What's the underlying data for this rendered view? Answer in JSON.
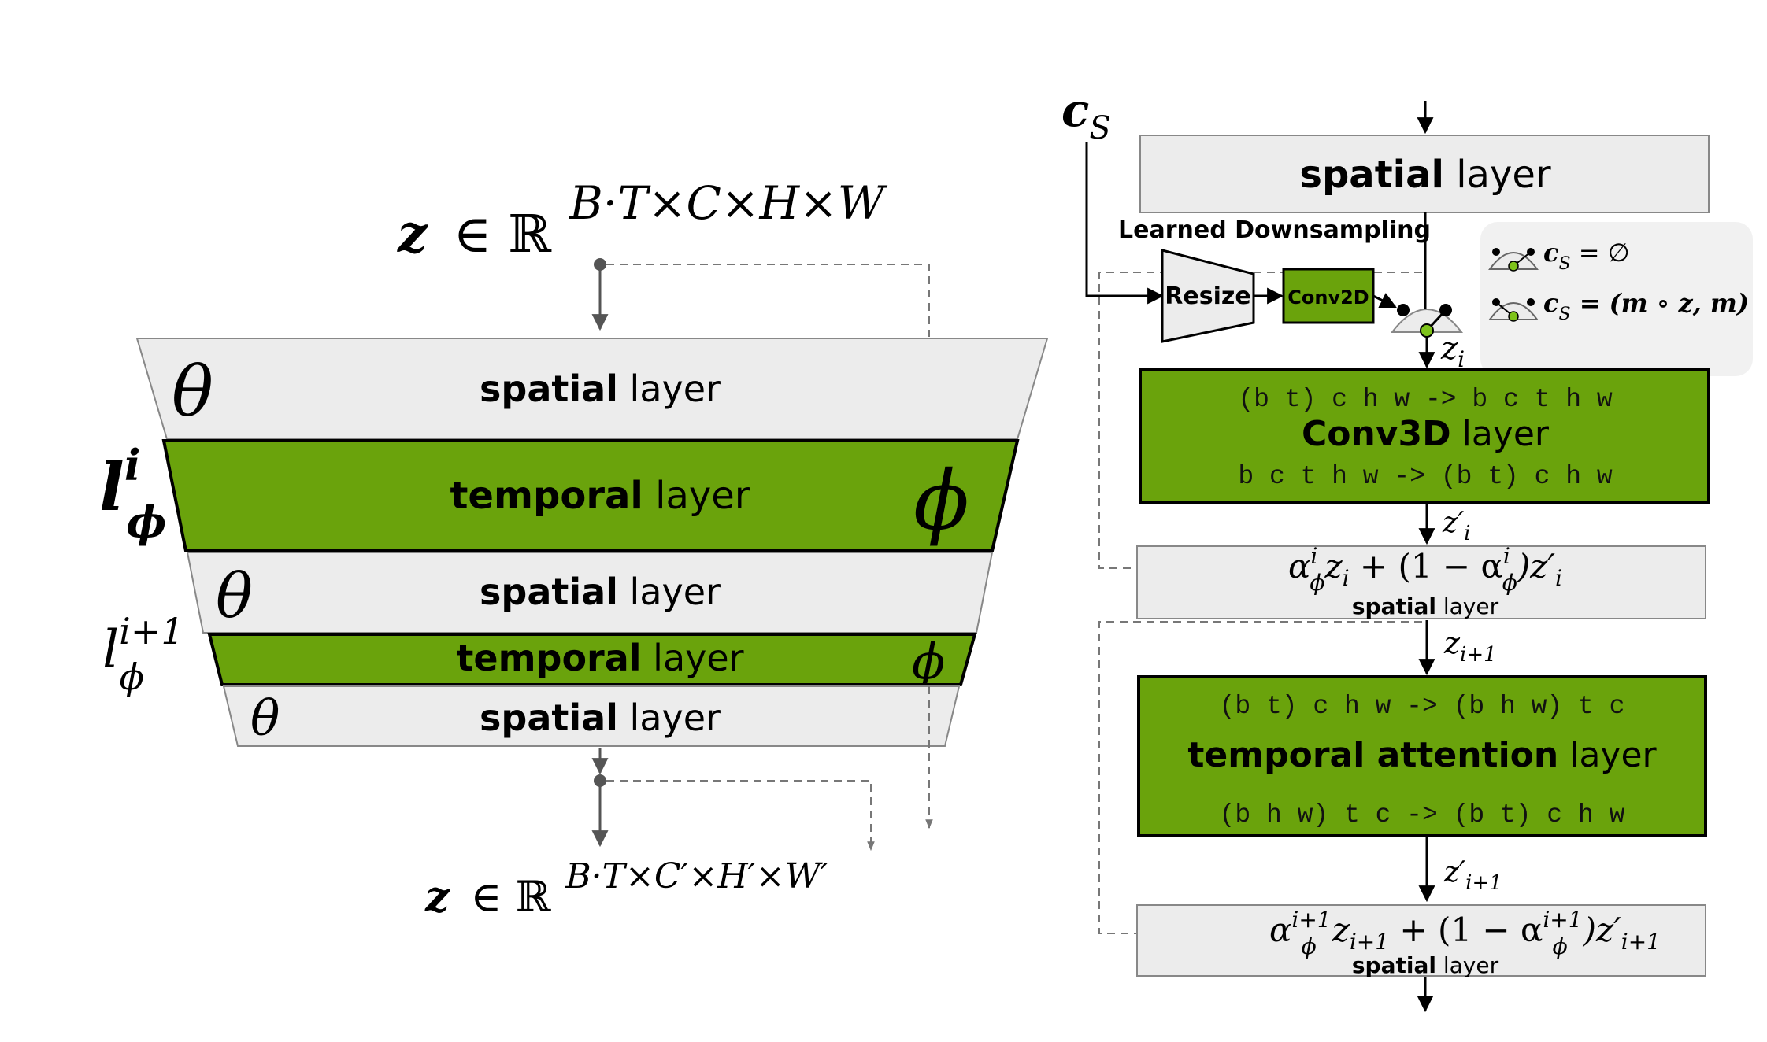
{
  "colors": {
    "green": "#6aa30c",
    "gray_fill": "#ececec",
    "gray_stroke": "#7a7a7a",
    "legend_bg": "#f1f1f1",
    "black": "#000000"
  },
  "left": {
    "input_var": "z",
    "input_space": "∈ ℝ",
    "input_exp": "B·T×C×H×W",
    "output_var": "z",
    "output_space": "∈ ℝ",
    "output_exp": "B·T×C′×H′×W′",
    "layers": [
      {
        "kind": "spatial",
        "bold": "spatial",
        "rest": " layer",
        "param": "θ"
      },
      {
        "kind": "temporal",
        "bold": "temporal",
        "rest": " layer",
        "param": "ϕ",
        "label_base": "l",
        "label_sup": "i",
        "label_sub": "ϕ"
      },
      {
        "kind": "spatial",
        "bold": "spatial",
        "rest": " layer",
        "param": "θ"
      },
      {
        "kind": "temporal",
        "bold": "temporal",
        "rest": " layer",
        "param": "ϕ",
        "label_base": "l",
        "label_sup": "i+1",
        "label_sub": "ϕ"
      },
      {
        "kind": "spatial",
        "bold": "spatial",
        "rest": " layer",
        "param": "θ"
      }
    ]
  },
  "right": {
    "cs_label": "c",
    "cs_sub": "S",
    "top_layer": {
      "bold": "spatial",
      "rest": " layer"
    },
    "learned_downsampling": "Learned Downsampling",
    "resize": "Resize",
    "conv2d": "Conv2D",
    "legend": [
      {
        "lhs": "c",
        "sub": "S",
        "rhs": " = ∅"
      },
      {
        "lhs": "c",
        "sub": "S",
        "rhs": " = (m ∘ z, m)"
      }
    ],
    "z_labels": {
      "zi": "z",
      "zi_sub": "i",
      "zip": "z′",
      "zip_sub": "i",
      "zi1": "z",
      "zi1_sub": "i+1",
      "zi1p": "z′",
      "zi1p_sub": "i+1"
    },
    "conv3d": {
      "top": "(b t) c h w -> b c t h w",
      "bold": "Conv3D",
      "rest": " layer",
      "bottom": "b c t h w -> (b t) c h w"
    },
    "mix1": {
      "formula": "α",
      "formula_sup": "i",
      "formula_sub": "ϕ",
      "formula_mid": "z",
      "formula_mid_sub": "i",
      "formula_tail": " + (1 − α",
      "formula_tail_sup": "i",
      "formula_tail_sub": "ϕ",
      "formula_end": ")z′",
      "formula_end_sub": "i",
      "caption_bold": "spatial",
      "caption_rest": " layer"
    },
    "temporal_attention": {
      "top": "(b t) c h w -> (b h w) t c",
      "bold": "temporal attention",
      "rest": " layer",
      "bottom": "(b h w) t c -> (b t) c h w"
    },
    "mix2": {
      "formula": "α",
      "formula_sup": "i+1",
      "formula_sub": "ϕ",
      "formula_mid": "z",
      "formula_mid_sub": "i+1",
      "formula_tail": " + (1 − α",
      "formula_tail_sup": "i+1",
      "formula_tail_sub": "ϕ",
      "formula_end": ")z′",
      "formula_end_sub": "i+1",
      "caption_bold": "spatial",
      "caption_rest": " layer"
    }
  }
}
